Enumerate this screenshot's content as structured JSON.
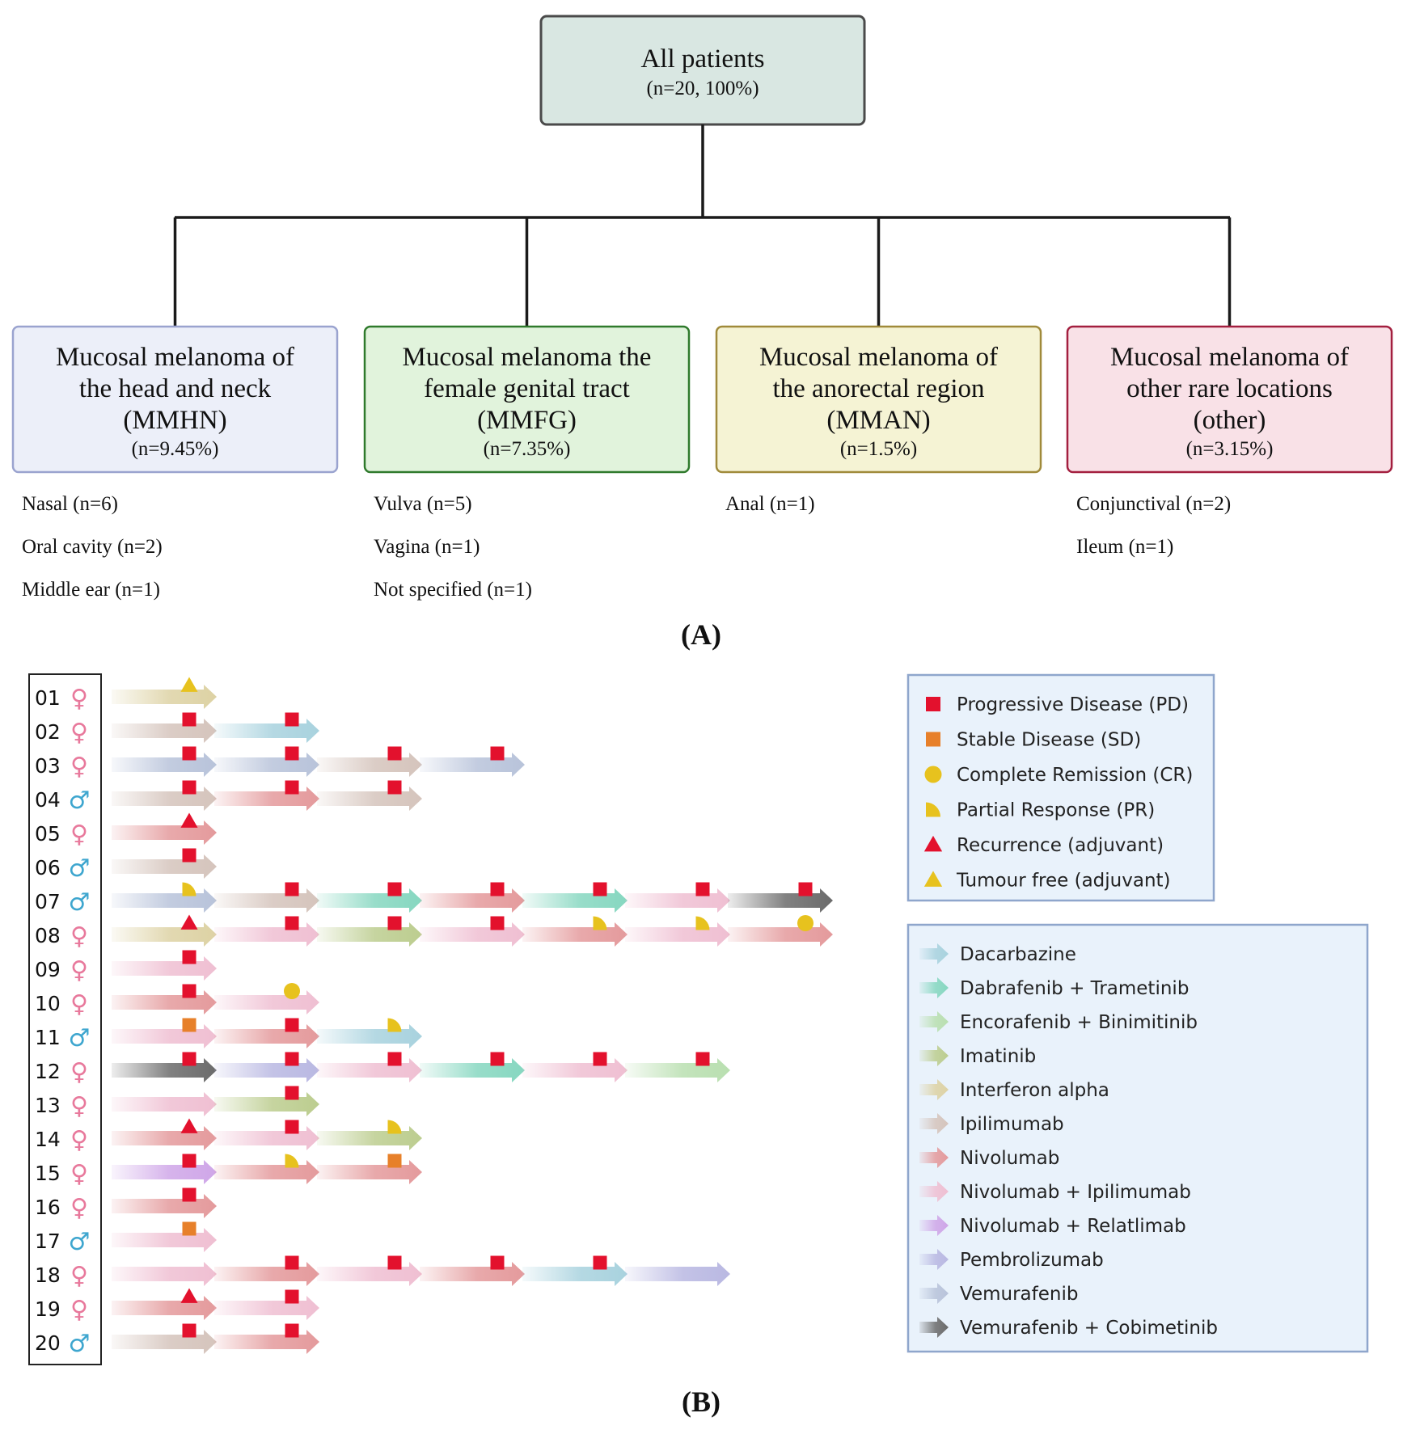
{
  "panel_a": {
    "root": {
      "title": "All patients",
      "subtitle": "(n=20, 100%)"
    },
    "groups": [
      {
        "lines": [
          "Mucosal melanoma of",
          "the head and neck",
          "(MMHN)"
        ],
        "n": "(n=9.45%)",
        "fill": "#eceff9",
        "stroke": "#9aa3cf",
        "sites": [
          "Nasal (n=6)",
          "Oral cavity (n=2)",
          "Middle ear (n=1)"
        ]
      },
      {
        "lines": [
          "Mucosal melanoma the",
          "female genital tract",
          "(MMFG)"
        ],
        "n": "(n=7.35%)",
        "fill": "#e1f3dc",
        "stroke": "#2f7a2c",
        "sites": [
          "Vulva (n=5)",
          "Vagina (n=1)",
          "Not specified (n=1)"
        ]
      },
      {
        "lines": [
          "Mucosal melanoma of",
          "the anorectal region",
          "(MMAN)"
        ],
        "n": "(n=1.5%)",
        "fill": "#f5f3d4",
        "stroke": "#a08a3a",
        "sites": [
          "Anal (n=1)"
        ]
      },
      {
        "lines": [
          "Mucosal melanoma of",
          "other rare locations",
          "(other)"
        ],
        "n": "(n=3.15%)",
        "fill": "#f9e1e7",
        "stroke": "#a31f3f",
        "sites": [
          "Conjunctival (n=2)",
          "Ileum (n=1)"
        ]
      }
    ],
    "label": "(A)"
  },
  "panel_b": {
    "label": "(B)",
    "outcomes": [
      {
        "key": "PD",
        "label": "Progressive Disease (PD)",
        "shape": "square",
        "color": "#e3112d"
      },
      {
        "key": "SD",
        "label": "Stable Disease (SD)",
        "shape": "square",
        "color": "#e7802a"
      },
      {
        "key": "CR",
        "label": "Complete Remission (CR)",
        "shape": "circle",
        "color": "#e7c21e"
      },
      {
        "key": "PR",
        "label": "Partial Response (PR)",
        "shape": "quarter",
        "color": "#e7c21e"
      },
      {
        "key": "REC",
        "label": "Recurrence (adjuvant)",
        "shape": "triangle",
        "color": "#e3112d"
      },
      {
        "key": "TF",
        "label": "Tumour free (adjuvant)",
        "shape": "triangle",
        "color": "#e7c21e"
      }
    ],
    "treatments": [
      {
        "key": "DAC",
        "label": "Dacarbazine",
        "color": "#a8d2de"
      },
      {
        "key": "DT",
        "label": "Dabrafenib  + Trametinib",
        "color": "#86d7c0"
      },
      {
        "key": "EB",
        "label": "Encorafenib + Binimitinib",
        "color": "#b9dfb0"
      },
      {
        "key": "IMA",
        "label": "Imatinib",
        "color": "#bccd8f"
      },
      {
        "key": "IFN",
        "label": "Interferon alpha",
        "color": "#ddd2a4"
      },
      {
        "key": "IPI",
        "label": "Ipilimumab",
        "color": "#d5c4bc"
      },
      {
        "key": "NIV",
        "label": "Nivolumab",
        "color": "#e49a9c"
      },
      {
        "key": "NI",
        "label": "Nivolumab + Ipilimumab",
        "color": "#efbfd2"
      },
      {
        "key": "NR",
        "label": "Nivolumab + Relatlimab",
        "color": "#cfa6e8"
      },
      {
        "key": "PEM",
        "label": "Pembrolizumab",
        "color": "#b9b8e2"
      },
      {
        "key": "VEM",
        "label": "Vemurafenib",
        "color": "#b8c3da"
      },
      {
        "key": "VC",
        "label": "Vemurafenib + Cobimetinib",
        "color": "#6b6b6b"
      }
    ],
    "sex_symbols": {
      "F": "♀",
      "M": "♂"
    },
    "sex_colors": {
      "F": "#e8799c",
      "M": "#3ea6cf"
    },
    "patients": [
      {
        "id": "01",
        "sex": "F",
        "lines": [
          [
            "IFN",
            "TF"
          ]
        ]
      },
      {
        "id": "02",
        "sex": "F",
        "lines": [
          [
            "IPI",
            "PD"
          ],
          [
            "DAC",
            "PD"
          ]
        ]
      },
      {
        "id": "03",
        "sex": "F",
        "lines": [
          [
            "VEM",
            "PD"
          ],
          [
            "VEM",
            "PD"
          ],
          [
            "IPI",
            "PD"
          ],
          [
            "VEM",
            "PD"
          ]
        ]
      },
      {
        "id": "04",
        "sex": "M",
        "lines": [
          [
            "IPI",
            "PD"
          ],
          [
            "NIV",
            "PD"
          ],
          [
            "IPI",
            "PD"
          ]
        ]
      },
      {
        "id": "05",
        "sex": "F",
        "lines": [
          [
            "NIV",
            "REC"
          ]
        ]
      },
      {
        "id": "06",
        "sex": "M",
        "lines": [
          [
            "IPI",
            "PD"
          ]
        ]
      },
      {
        "id": "07",
        "sex": "M",
        "lines": [
          [
            "VEM",
            "PR"
          ],
          [
            "IPI",
            "PD"
          ],
          [
            "DT",
            "PD"
          ],
          [
            "NIV",
            "PD"
          ],
          [
            "DT",
            "PD"
          ],
          [
            "NI",
            "PD"
          ],
          [
            "VC",
            "PD"
          ]
        ]
      },
      {
        "id": "08",
        "sex": "F",
        "lines": [
          [
            "IFN",
            "REC"
          ],
          [
            "NI",
            "PD"
          ],
          [
            "IMA",
            "PD"
          ],
          [
            "NI",
            "PD"
          ],
          [
            "NIV",
            "PR"
          ],
          [
            "NI",
            "PR"
          ],
          [
            "NIV",
            "CR"
          ]
        ]
      },
      {
        "id": "09",
        "sex": "F",
        "lines": [
          [
            "NI",
            "PD"
          ]
        ]
      },
      {
        "id": "10",
        "sex": "F",
        "lines": [
          [
            "NIV",
            "PD"
          ],
          [
            "NI",
            "CR"
          ]
        ]
      },
      {
        "id": "11",
        "sex": "M",
        "lines": [
          [
            "NI",
            "SD"
          ],
          [
            "NIV",
            "PD"
          ],
          [
            "DAC",
            "PR"
          ]
        ]
      },
      {
        "id": "12",
        "sex": "F",
        "lines": [
          [
            "VC",
            "PD"
          ],
          [
            "PEM",
            "PD"
          ],
          [
            "NI",
            "PD"
          ],
          [
            "DT",
            "PD"
          ],
          [
            "NI",
            "PD"
          ],
          [
            "EB",
            "PD"
          ]
        ]
      },
      {
        "id": "13",
        "sex": "F",
        "lines": [
          [
            "NI",
            ""
          ],
          [
            "IMA",
            "PD"
          ]
        ]
      },
      {
        "id": "14",
        "sex": "F",
        "lines": [
          [
            "NIV",
            "REC"
          ],
          [
            "NI",
            "PD"
          ],
          [
            "IMA",
            "PR"
          ]
        ]
      },
      {
        "id": "15",
        "sex": "F",
        "lines": [
          [
            "NR",
            "PD"
          ],
          [
            "NIV",
            "PR"
          ],
          [
            "NIV",
            "SD"
          ]
        ]
      },
      {
        "id": "16",
        "sex": "F",
        "lines": [
          [
            "NIV",
            "PD"
          ]
        ]
      },
      {
        "id": "17",
        "sex": "M",
        "lines": [
          [
            "NI",
            "SD"
          ]
        ]
      },
      {
        "id": "18",
        "sex": "F",
        "lines": [
          [
            "NI",
            ""
          ],
          [
            "NIV",
            "PD"
          ],
          [
            "NI",
            "PD"
          ],
          [
            "NIV",
            "PD"
          ],
          [
            "DAC",
            "PD"
          ],
          [
            "PEM",
            ""
          ]
        ]
      },
      {
        "id": "19",
        "sex": "F",
        "lines": [
          [
            "NIV",
            "REC"
          ],
          [
            "NI",
            "PD"
          ]
        ]
      },
      {
        "id": "20",
        "sex": "M",
        "lines": [
          [
            "IPI",
            "PD"
          ],
          [
            "NIV",
            "PD"
          ]
        ]
      }
    ]
  }
}
